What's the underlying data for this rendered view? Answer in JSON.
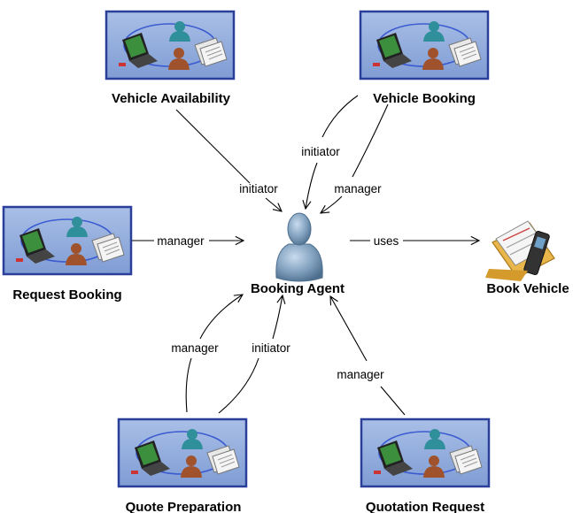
{
  "center": {
    "label": "Booking Agent",
    "icon": "person-icon"
  },
  "nodes": {
    "vehicle_availability": {
      "label": "Vehicle Availability",
      "icon": "collaboration-group-icon"
    },
    "vehicle_booking": {
      "label": "Vehicle Booking",
      "icon": "collaboration-group-icon"
    },
    "request_booking": {
      "label": "Request Booking",
      "icon": "collaboration-group-icon"
    },
    "quote_preparation": {
      "label": "Quote Preparation",
      "icon": "collaboration-group-icon"
    },
    "quotation_request": {
      "label": "Quotation Request",
      "icon": "collaboration-group-icon"
    },
    "book_vehicle": {
      "label": "Book Vehicle",
      "icon": "folder-with-phone-icon"
    }
  },
  "edges": {
    "vehicle_availability_initiator": "initiator",
    "vehicle_booking_initiator": "initiator",
    "vehicle_booking_manager": "manager",
    "request_booking_manager": "manager",
    "uses": "uses",
    "quote_preparation_manager": "manager",
    "quote_preparation_initiator": "initiator",
    "quotation_request_manager": "manager"
  },
  "colors": {
    "panel_fill": "#8da9dc",
    "panel_border": "#2a3f9a",
    "person_body": "#7f9fbd",
    "edge": "#000000"
  }
}
